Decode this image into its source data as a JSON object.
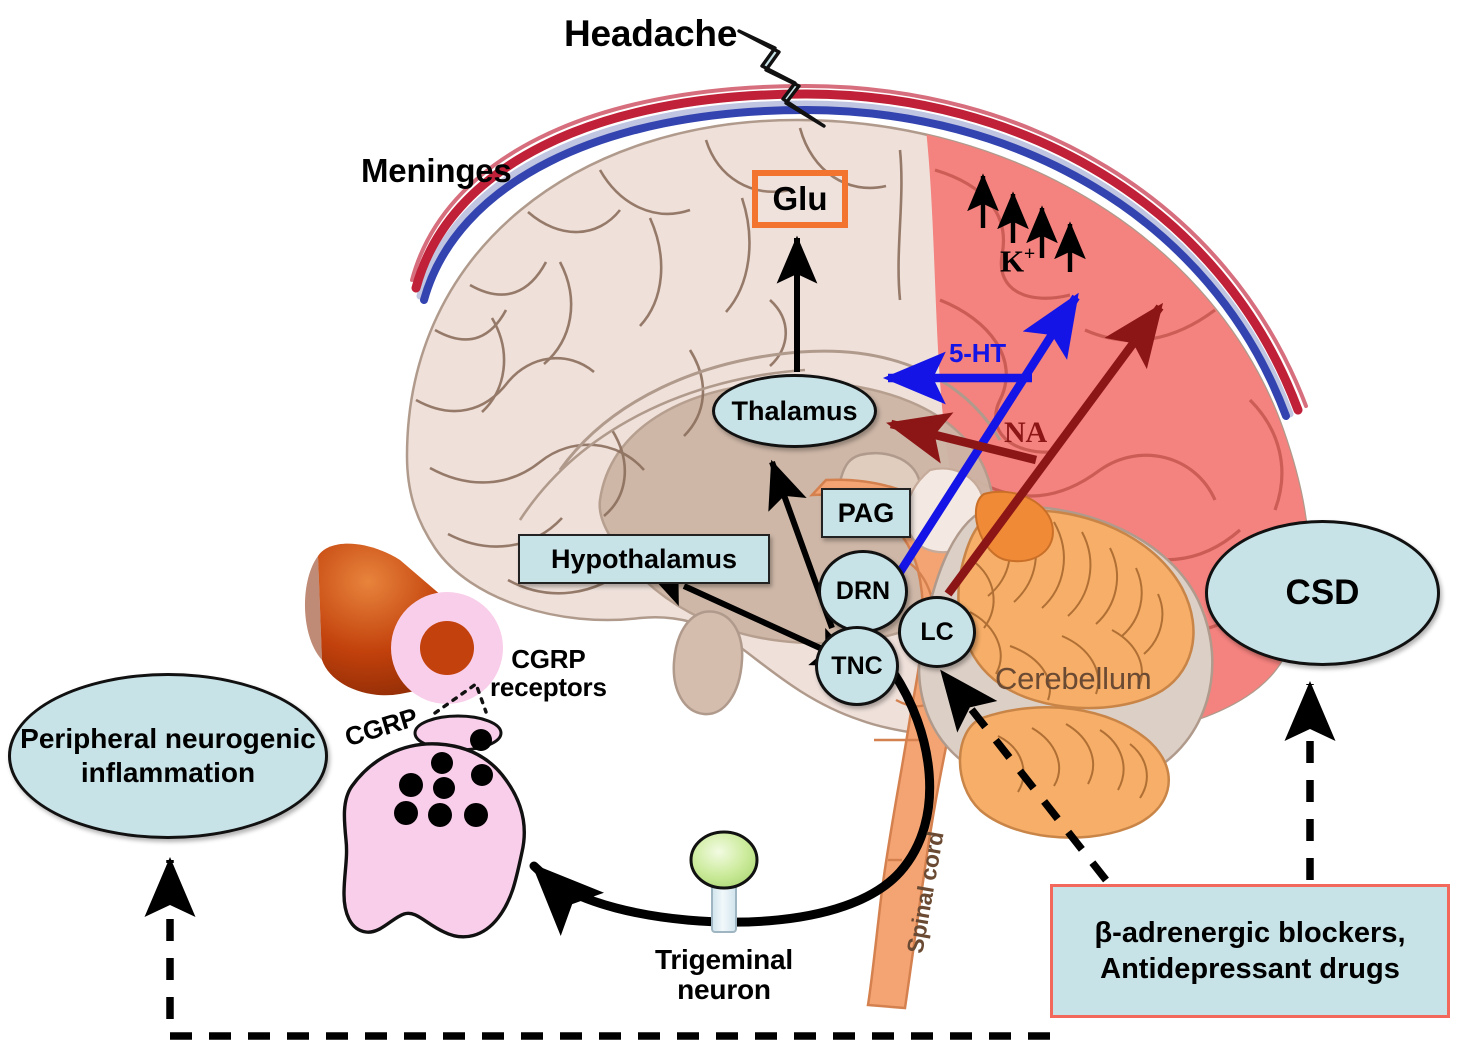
{
  "figure": {
    "topic": "Migraine pathophysiology and drug targets",
    "type": "biomedical-schematic"
  },
  "labels": {
    "headache": "Headache",
    "meninges": "Meninges",
    "potassium": "K",
    "potassium_sup": "+",
    "serotonin": "5-HT",
    "noradrenaline": "NA",
    "cerebellum": "Cerebellum",
    "cgrp_receptors": "CGRP\nreceptors",
    "cgrp": "CGRP",
    "trigeminal_neuron": "Trigeminal\nneuron",
    "spinal_cord": "Spinal cord"
  },
  "nodes": [
    {
      "id": "glu",
      "label": "Glu",
      "shape": "rect",
      "border_color": "#F2742E"
    },
    {
      "id": "thalamus",
      "label": "Thalamus",
      "shape": "ellipse",
      "fill": "#c7e3e8"
    },
    {
      "id": "pag",
      "label": "PAG",
      "shape": "rect",
      "fill": "#c7e3e8"
    },
    {
      "id": "drn",
      "label": "DRN",
      "shape": "ellipse",
      "fill": "#c7e3e8"
    },
    {
      "id": "tnc",
      "label": "TNC",
      "shape": "ellipse",
      "fill": "#c7e3e8"
    },
    {
      "id": "lc",
      "label": "LC",
      "shape": "ellipse",
      "fill": "#c7e3e8"
    },
    {
      "id": "hypothalamus",
      "label": "Hypothalamus",
      "shape": "rect",
      "fill": "#c7e3e8"
    },
    {
      "id": "csd",
      "label": "CSD",
      "shape": "ellipse",
      "fill": "#c7e3e8"
    },
    {
      "id": "peripheral_inflammation",
      "label": "Peripheral\nneurogenic\ninflammation",
      "shape": "ellipse",
      "fill": "#c7e3e8"
    },
    {
      "id": "drugs",
      "label": "β-adrenergic blockers,\nAntidepressant drugs",
      "shape": "rect",
      "fill": "#c7e3e8",
      "border_color": "#F2695C"
    }
  ],
  "connections": [
    {
      "from": "thalamus",
      "to": "glu",
      "style": "solid",
      "color": "#000000",
      "arrow": "single"
    },
    {
      "from": "tnc",
      "to": "thalamus",
      "style": "solid",
      "color": "#000000",
      "arrow": "single"
    },
    {
      "from": "tnc",
      "to": "hypothalamus",
      "style": "solid",
      "color": "#000000",
      "arrow": "double"
    },
    {
      "from": "drn",
      "to": "cortex",
      "style": "solid",
      "color": "#1414E6",
      "arrow": "single",
      "label": "5-HT"
    },
    {
      "from": "drn",
      "to": "thalamus",
      "style": "solid",
      "color": "#1414E6",
      "arrow": "single",
      "label": "5-HT"
    },
    {
      "from": "lc",
      "to": "cortex",
      "style": "solid",
      "color": "#8C1616",
      "arrow": "single",
      "label": "NA"
    },
    {
      "from": "lc",
      "to": "thalamus",
      "style": "solid",
      "color": "#8C1616",
      "arrow": "single",
      "label": "NA"
    },
    {
      "from": "tnc",
      "to": "nerve_terminal",
      "style": "curved-solid",
      "color": "#000000",
      "arrow": "single"
    },
    {
      "from": "drugs",
      "to": "tnc",
      "style": "dashed",
      "color": "#000000",
      "arrow": "single"
    },
    {
      "from": "drugs",
      "to": "csd",
      "style": "dashed",
      "color": "#000000",
      "arrow": "single"
    },
    {
      "from": "drugs",
      "to": "peripheral_inflammation",
      "style": "dashed",
      "color": "#000000",
      "arrow": "single"
    }
  ],
  "colors": {
    "node_fill": "#c7e3e8",
    "cortex": "#efe0da",
    "csd_region": "#F4827E",
    "brainstem": "#F4A372",
    "cerebellum": "#F6AE68",
    "white_matter": "#cdb5a5",
    "vessel_red": "#C02038",
    "vessel_blue": "#3344B0",
    "nerve_terminal": "#F9CEEA",
    "vessel_lumen": "#C2410C",
    "ganglion": "#C6E79A",
    "serotonin": "#1414E6",
    "noradrenaline": "#8C1616",
    "glu_border": "#F2742E",
    "drug_border": "#F2695C"
  },
  "annotations": {
    "k_arrow_count": 4,
    "cgrp_vesicle_count": 8
  }
}
